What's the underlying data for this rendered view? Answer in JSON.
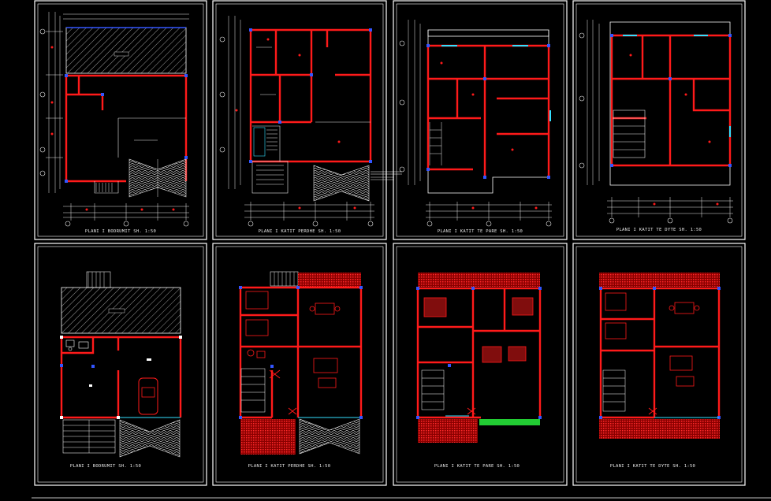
{
  "drawing": {
    "colors": {
      "background": "#000000",
      "frame": "#ffffff",
      "wall": "#ff1a1a",
      "line": "#e8e8e8",
      "accent_cyan": "#33e0ff",
      "accent_blue": "#3355ff",
      "accent_green": "#22cc33",
      "hatch": "#d9d9d9"
    },
    "sheets": [
      {
        "id": "s1",
        "title": "PLANI I BODRUMIT  SH. 1:50"
      },
      {
        "id": "s2",
        "title": "PLANI I KATIT PERDHE SH. 1:50"
      },
      {
        "id": "s3",
        "title": "PLANI I KATIT TE PARE  SH. 1:50"
      },
      {
        "id": "s4",
        "title": "PLANI I KATIT TE DYTE  SH. 1:50"
      },
      {
        "id": "s5",
        "title": "PLANI I BODRUMIT  SH. 1:50"
      },
      {
        "id": "s6",
        "title": "PLANI I KATIT PERDHE SH. 1:50"
      },
      {
        "id": "s7",
        "title": "PLANI I KATIT TE PARE  SH. 1:50"
      },
      {
        "id": "s8",
        "title": "PLANI I KATIT TE DYTE  SH. 1:50"
      }
    ]
  }
}
